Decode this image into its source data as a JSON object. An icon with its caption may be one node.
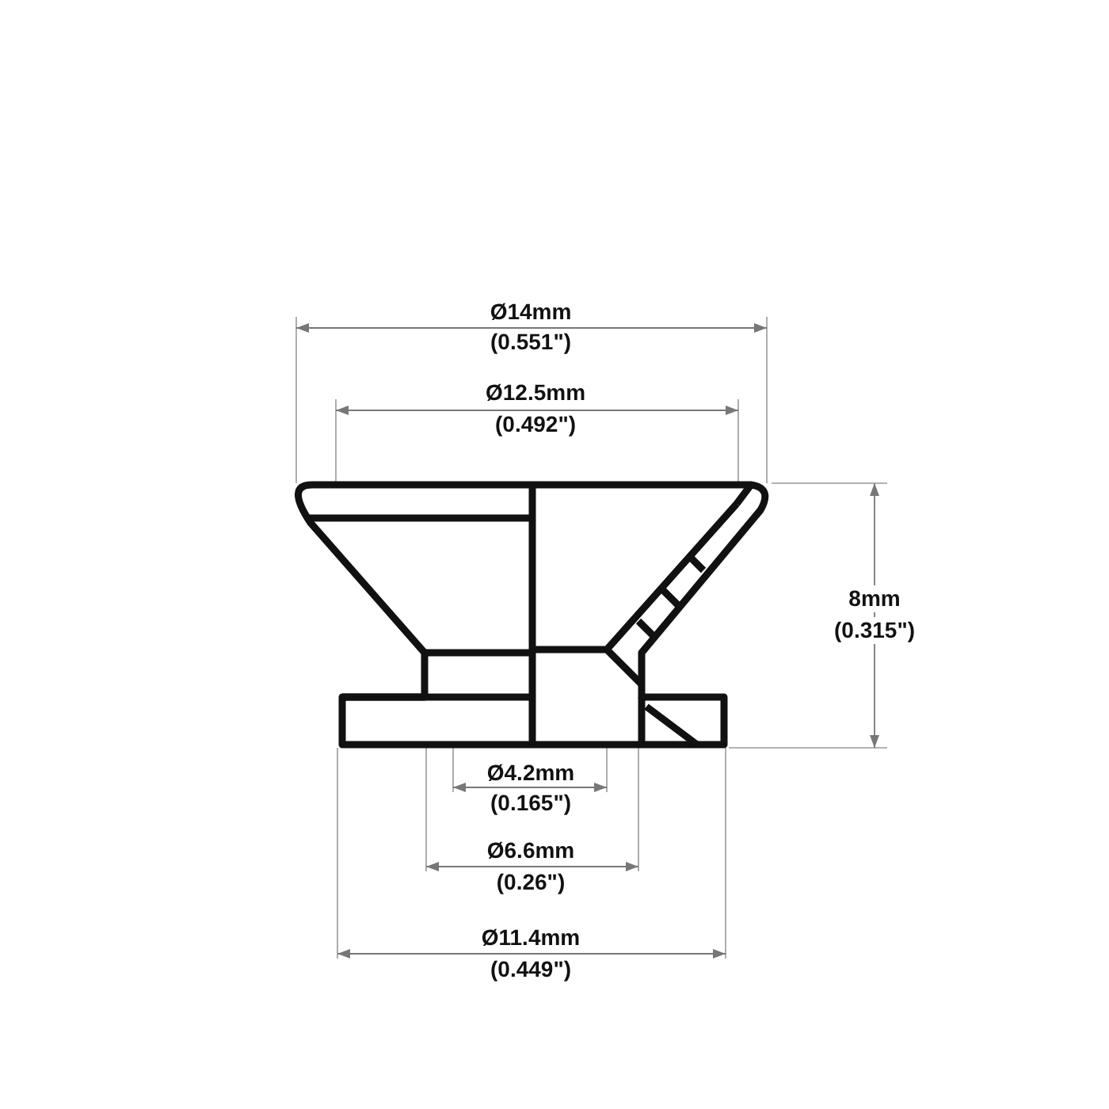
{
  "diagram": {
    "labels": [
      "Ø14mm",
      "(0.551\")",
      "Ø12.5mm",
      "(0.492\")",
      "8mm",
      "(0.315\")",
      "Ø4.2mm",
      "(0.165\")",
      "Ø6.6mm",
      "(0.26\")",
      "Ø11.4mm",
      "(0.449\")"
    ]
  }
}
